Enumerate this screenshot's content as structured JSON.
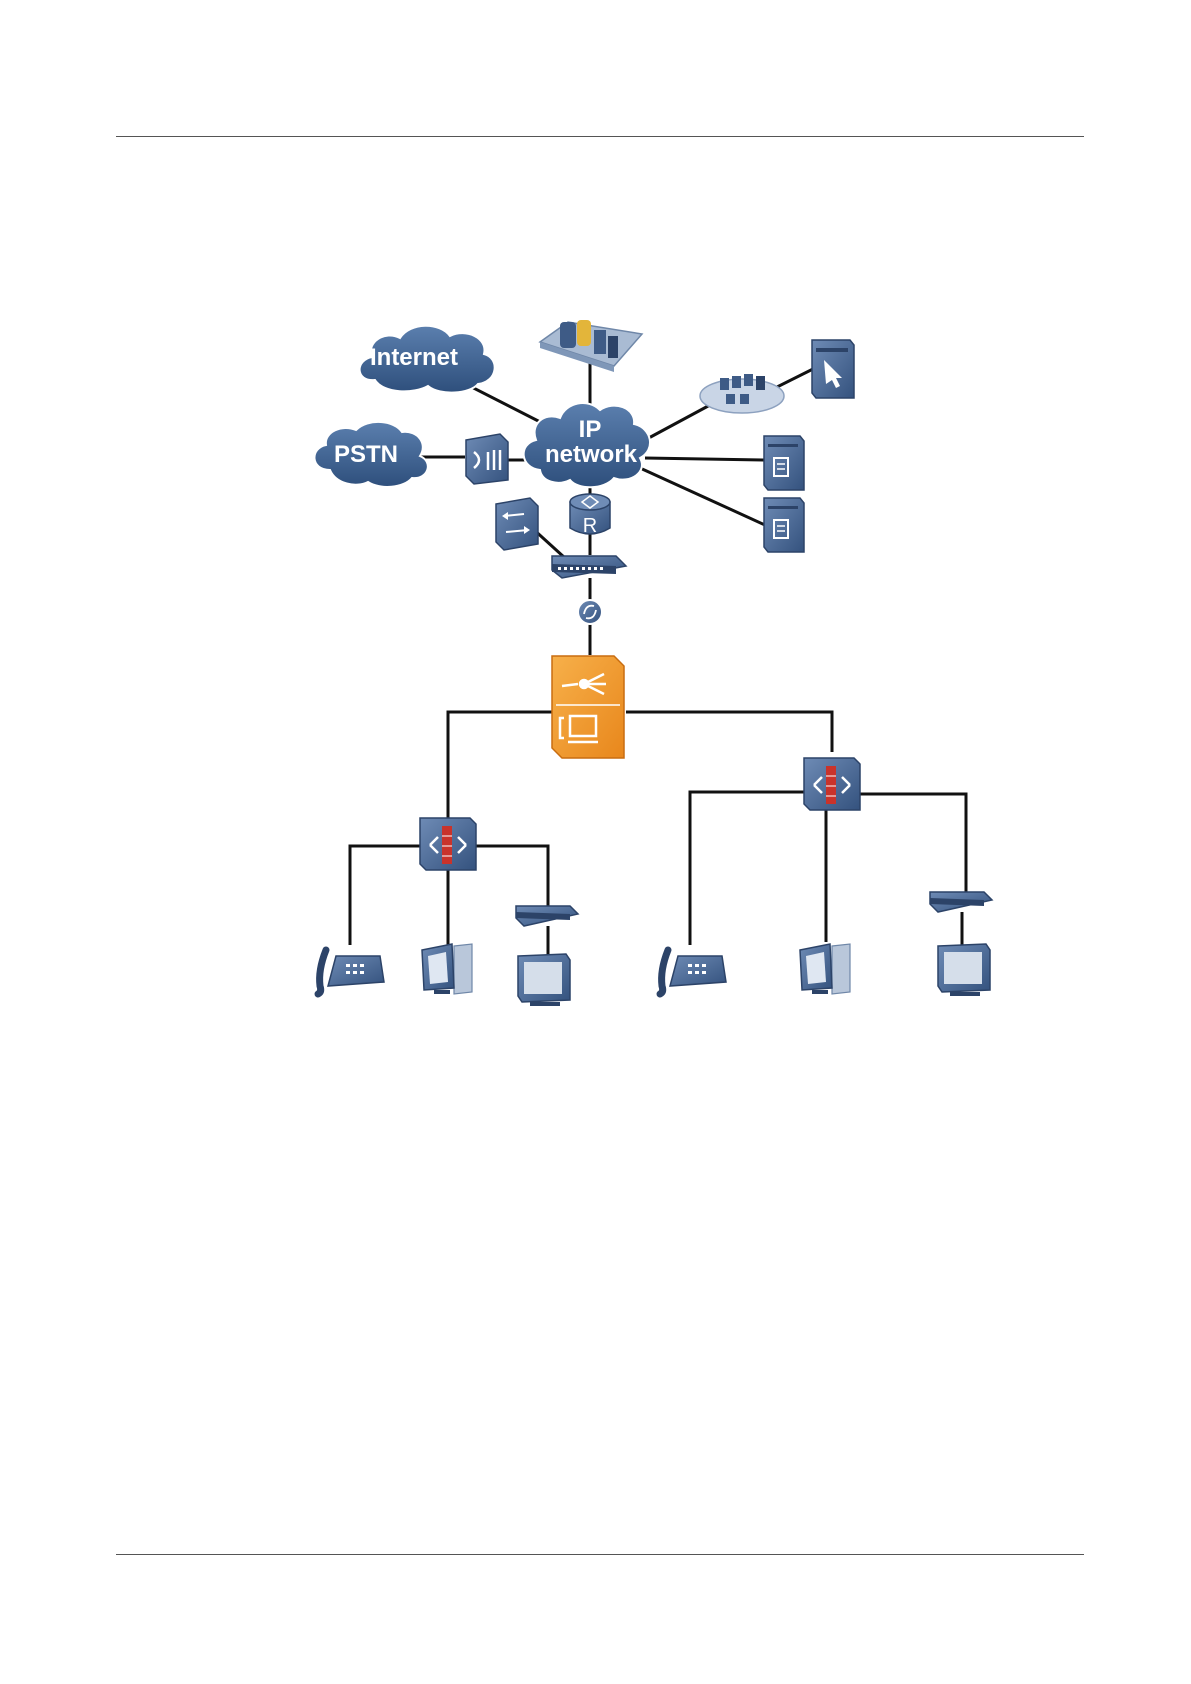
{
  "clouds": {
    "internet": "Internet",
    "pstn": "PSTN",
    "ip_line1": "IP",
    "ip_line2": "network"
  },
  "router_letter": "R",
  "colors": {
    "device": "#3e5b86",
    "device_dark": "#2c4368",
    "device_light": "#6f8cb6",
    "cloud": "#3b5f8f",
    "platform": "#a9bbd3",
    "orange": "#f39a2a",
    "firewall_red": "#c9332b",
    "line": "#111111",
    "rule": "#555555"
  }
}
